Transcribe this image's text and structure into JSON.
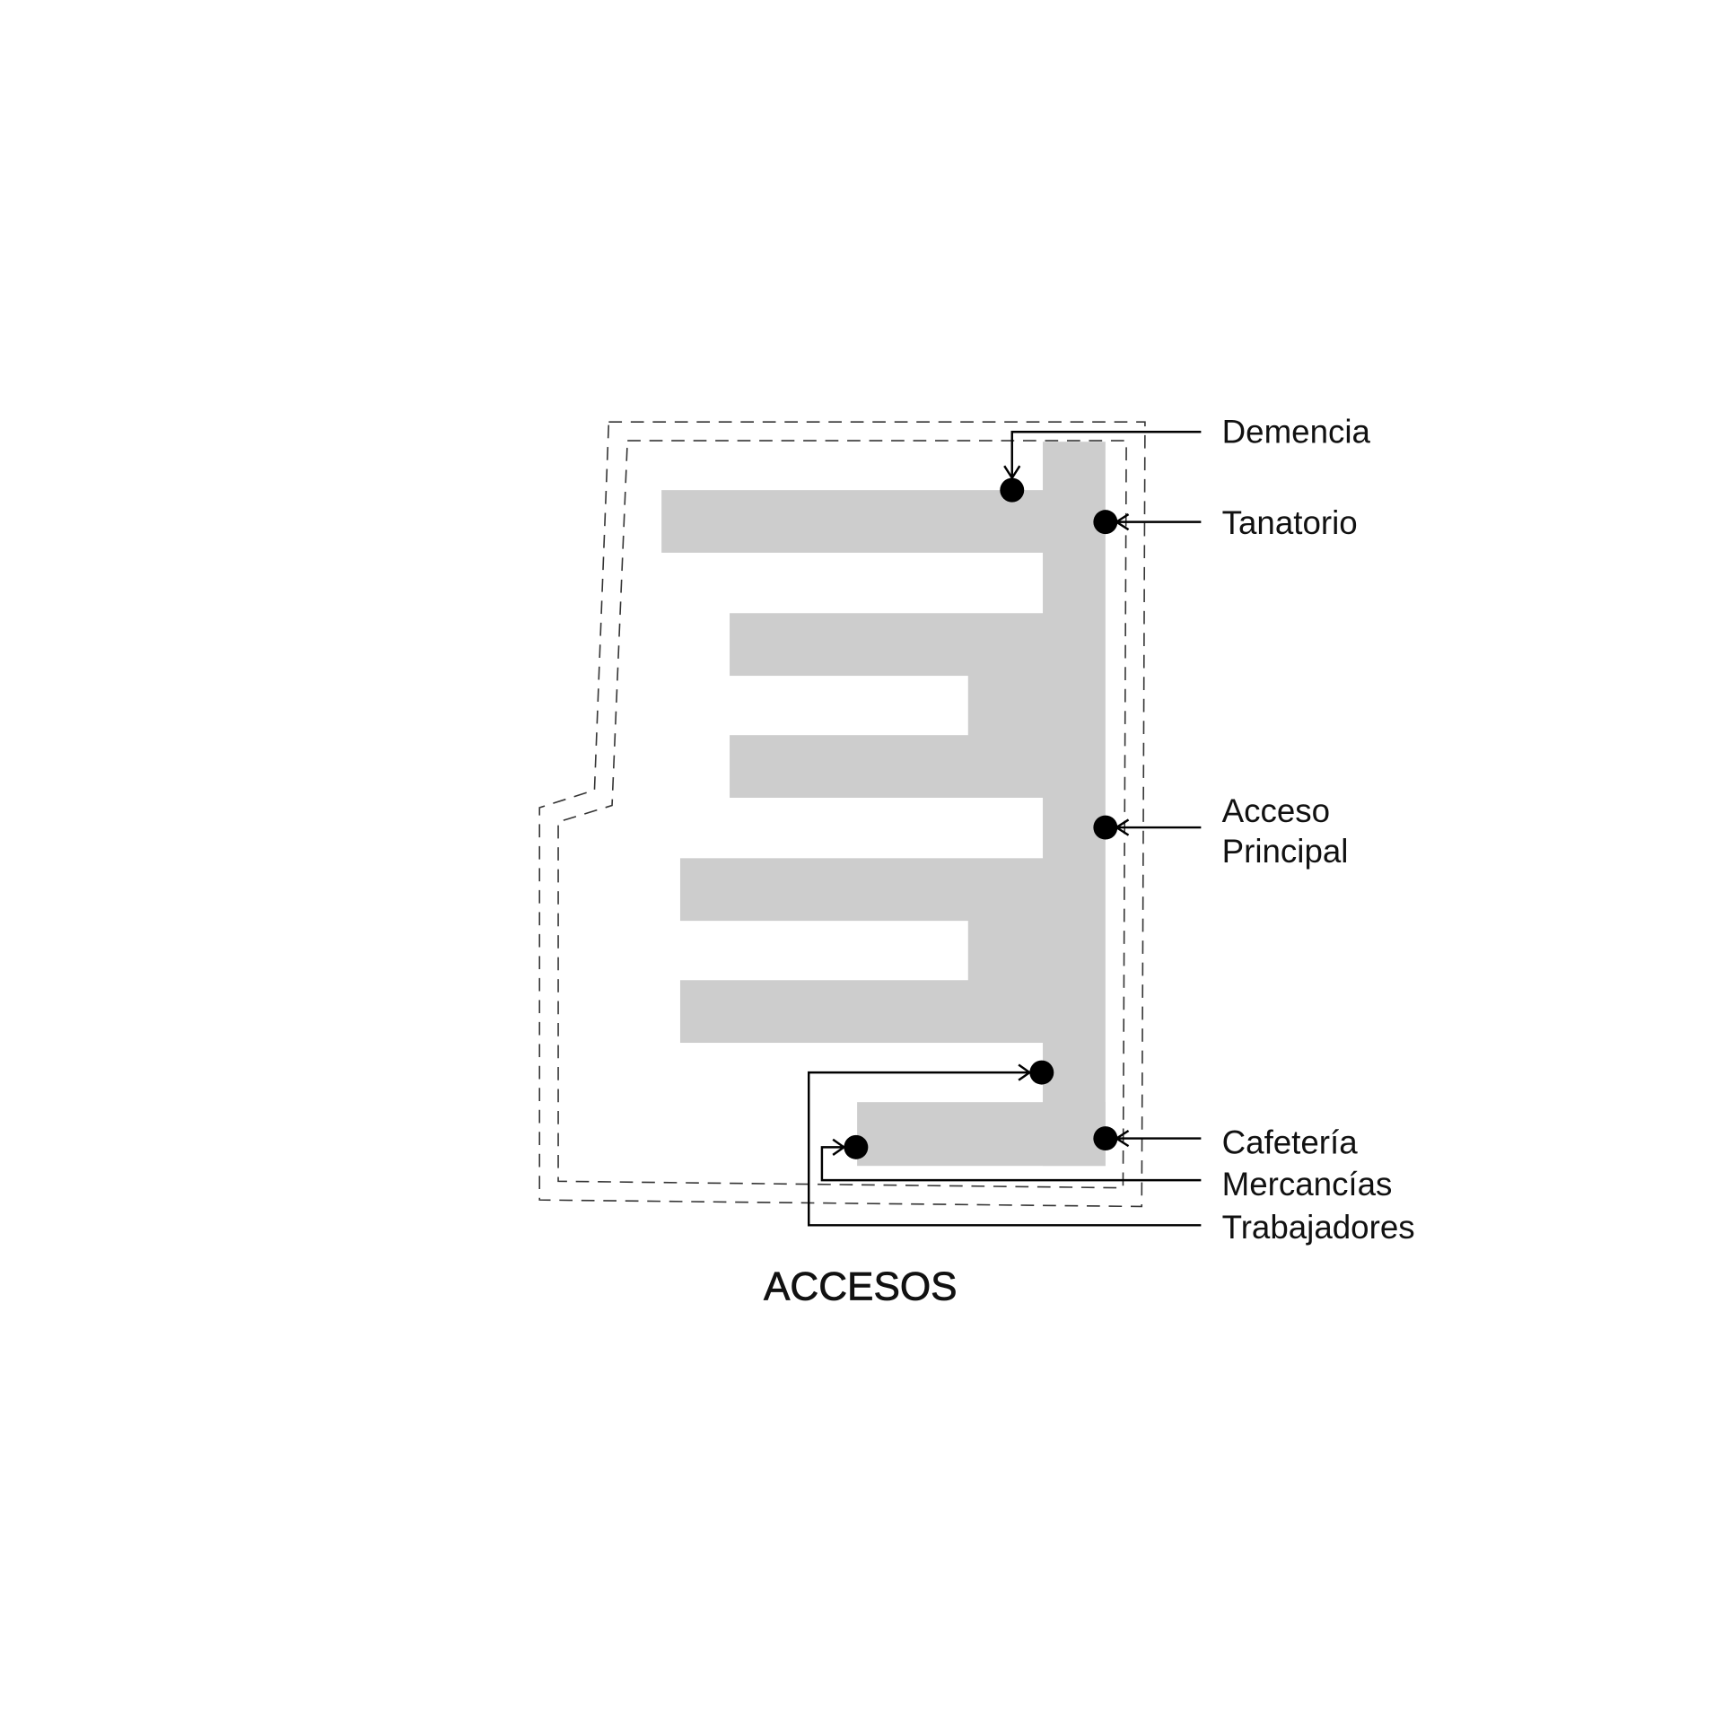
{
  "title": "ACCESOS",
  "labels": {
    "demencia": "Demencia",
    "tanatorio": "Tanatorio",
    "acceso_line1": "Acceso",
    "acceso_line2": "Principal",
    "cafeteria": "Cafetería",
    "mercancias": "Mercancías",
    "trabajadores": "Trabajadores"
  },
  "colors": {
    "building": "#cdcdcd",
    "marker": "#000000",
    "boundary": "#333333"
  }
}
